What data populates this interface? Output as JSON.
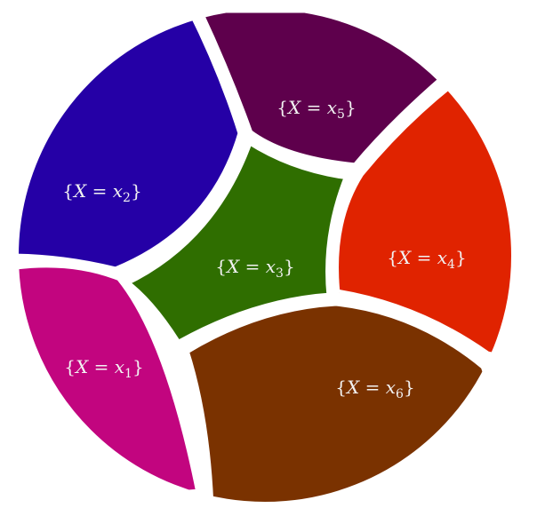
{
  "diagram": {
    "regions": [
      {
        "id": "x1",
        "color": "#c2057f",
        "label": {
          "pre": "{",
          "var": "X",
          "eq": " = ",
          "val": "x",
          "sub": "1",
          "post": "}"
        }
      },
      {
        "id": "x2",
        "color": "#2500a6",
        "label": {
          "pre": "{",
          "var": "X",
          "eq": " = ",
          "val": "x",
          "sub": "2",
          "post": "}"
        }
      },
      {
        "id": "x3",
        "color": "#2f6e00",
        "label": {
          "pre": "{",
          "var": "X",
          "eq": " = ",
          "val": "x",
          "sub": "3",
          "post": "}"
        }
      },
      {
        "id": "x4",
        "color": "#e02300",
        "label": {
          "pre": "{",
          "var": "X",
          "eq": " = ",
          "val": "x",
          "sub": "4",
          "post": "}"
        }
      },
      {
        "id": "x5",
        "color": "#5e004c",
        "label": {
          "pre": "{",
          "var": "X",
          "eq": " = ",
          "val": "x",
          "sub": "5",
          "post": "}"
        }
      },
      {
        "id": "x6",
        "color": "#7a3200",
        "label": {
          "pre": "{",
          "var": "X",
          "eq": " = ",
          "val": "x",
          "sub": "6",
          "post": "}"
        }
      }
    ]
  }
}
